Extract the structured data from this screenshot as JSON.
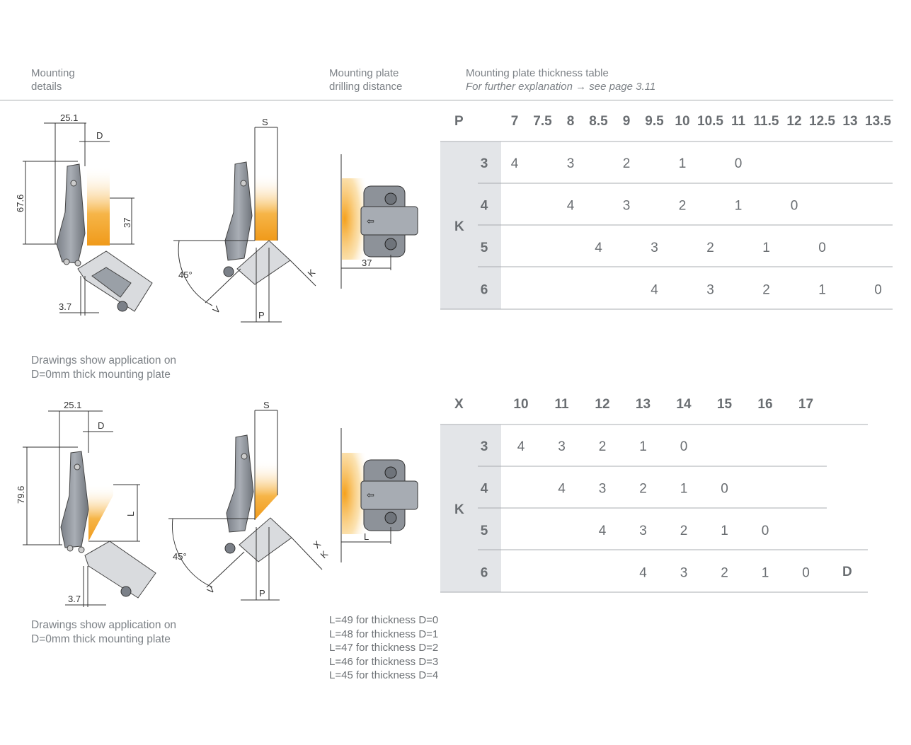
{
  "headers": {
    "mounting_details": [
      "Mounting",
      "details"
    ],
    "drilling_distance": [
      "Mounting plate",
      "drilling distance"
    ],
    "thickness_table_title": "Mounting plate thickness table",
    "thickness_table_sub": "For further explanation → see page 3.11"
  },
  "notes": {
    "drawing_note_1": [
      "Drawings show application on",
      "D=0mm thick mounting plate"
    ],
    "drawing_note_2": [
      "Drawings show application on",
      "D=0mm thick mounting plate"
    ],
    "l_values": [
      "L=49 for thickness D=0",
      "L=48 for thickness D=1",
      "L=47 for thickness D=2",
      "L=46 for thickness D=3",
      "L=45 for thickness D=4"
    ]
  },
  "drawing_dims": {
    "top": {
      "width": "25.1",
      "d": "D",
      "height": "67.6",
      "depth": "37",
      "offset": "3.7",
      "s": "S",
      "angle": "45°",
      "k": "K",
      "v": "V",
      "p": "P",
      "plate": "37"
    },
    "bottom": {
      "width": "25.1",
      "d": "D",
      "height": "79.6",
      "depth": "L",
      "offset": "3.7",
      "s": "S",
      "angle": "45°",
      "k": "K",
      "x": "X",
      "v": "V",
      "p": "P",
      "plate": "L"
    }
  },
  "table1": {
    "head_label": "P",
    "head_values": [
      "7",
      "7.5",
      "8",
      "8.5",
      "9",
      "9.5",
      "10",
      "10.5",
      "11",
      "11.5",
      "12",
      "12.5",
      "13",
      "13.5"
    ],
    "side_label": "K",
    "rows": [
      {
        "k": "3",
        "cells": [
          "4",
          "",
          "3",
          "",
          "2",
          "",
          "1",
          "",
          "0",
          "",
          "",
          "",
          "",
          ""
        ]
      },
      {
        "k": "4",
        "cells": [
          "",
          "",
          "4",
          "",
          "3",
          "",
          "2",
          "",
          "1",
          "",
          "0",
          "",
          "",
          ""
        ]
      },
      {
        "k": "5",
        "cells": [
          "",
          "",
          "",
          "4",
          "",
          "3",
          "",
          "2",
          "",
          "1",
          "",
          "0",
          "",
          ""
        ]
      },
      {
        "k": "6",
        "cells": [
          "",
          "",
          "",
          "",
          "",
          "4",
          "",
          "3",
          "",
          "2",
          "",
          "1",
          "",
          "0"
        ]
      }
    ]
  },
  "table2": {
    "head_label": "X",
    "head_values": [
      "10",
      "11",
      "12",
      "13",
      "14",
      "15",
      "16",
      "17"
    ],
    "side_label": "K",
    "rows": [
      {
        "k": "3",
        "cells": [
          "4",
          "3",
          "2",
          "1",
          "0",
          "",
          "",
          ""
        ]
      },
      {
        "k": "4",
        "cells": [
          "",
          "4",
          "3",
          "2",
          "1",
          "0",
          "",
          ""
        ]
      },
      {
        "k": "5",
        "cells": [
          "",
          "",
          "4",
          "3",
          "2",
          "1",
          "0",
          ""
        ]
      },
      {
        "k": "6",
        "cells": [
          "",
          "",
          "",
          "4",
          "3",
          "2",
          "1",
          "0"
        ]
      }
    ],
    "corner_label": "D"
  },
  "colors": {
    "text": "#7d8287",
    "table_band": "#e3e5e8",
    "rule": "#a9acb0",
    "hinge": "#8a8f96",
    "glow": "#f2a32a"
  }
}
